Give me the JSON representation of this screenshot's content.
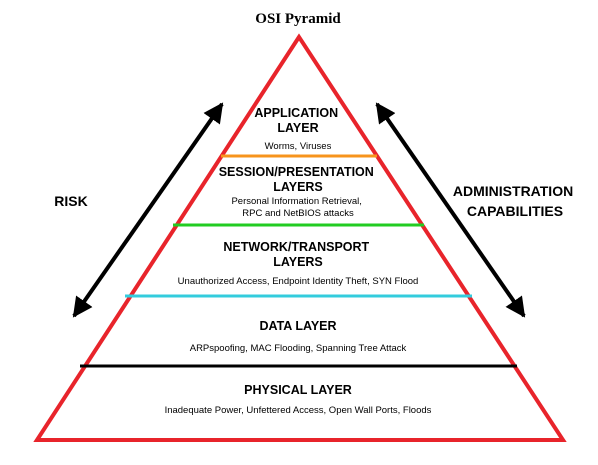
{
  "title": "OSI Pyramid",
  "colors": {
    "outline": "#e8242b",
    "line_application": "#f7941d",
    "line_session": "#22cc22",
    "line_network": "#33ccdd",
    "line_data": "#000000",
    "arrow": "#000000",
    "text": "#000000"
  },
  "layers": [
    {
      "name_lines": [
        "APPLICATION",
        "LAYER"
      ],
      "threat_lines": [
        "Worms, Viruses"
      ]
    },
    {
      "name_lines": [
        "SESSION/PRESENTATION",
        "LAYERS"
      ],
      "threat_lines": [
        "Personal Information Retrieval,",
        "RPC and NetBIOS attacks"
      ]
    },
    {
      "name_lines": [
        "NETWORK/TRANSPORT",
        "LAYERS"
      ],
      "threat_lines": [
        "Unauthorized Access, Endpoint Identity Theft, SYN Flood"
      ]
    },
    {
      "name_lines": [
        "DATA LAYER"
      ],
      "threat_lines": [
        "ARPspoofing, MAC Flooding, Spanning Tree Attack"
      ]
    },
    {
      "name_lines": [
        "PHYSICAL LAYER"
      ],
      "threat_lines": [
        "Inadequate Power, Unfettered Access, Open Wall Ports,  Floods"
      ]
    }
  ],
  "left_label": [
    "RISK"
  ],
  "right_label": [
    "ADMINISTRATION",
    "CAPABILITIES"
  ]
}
